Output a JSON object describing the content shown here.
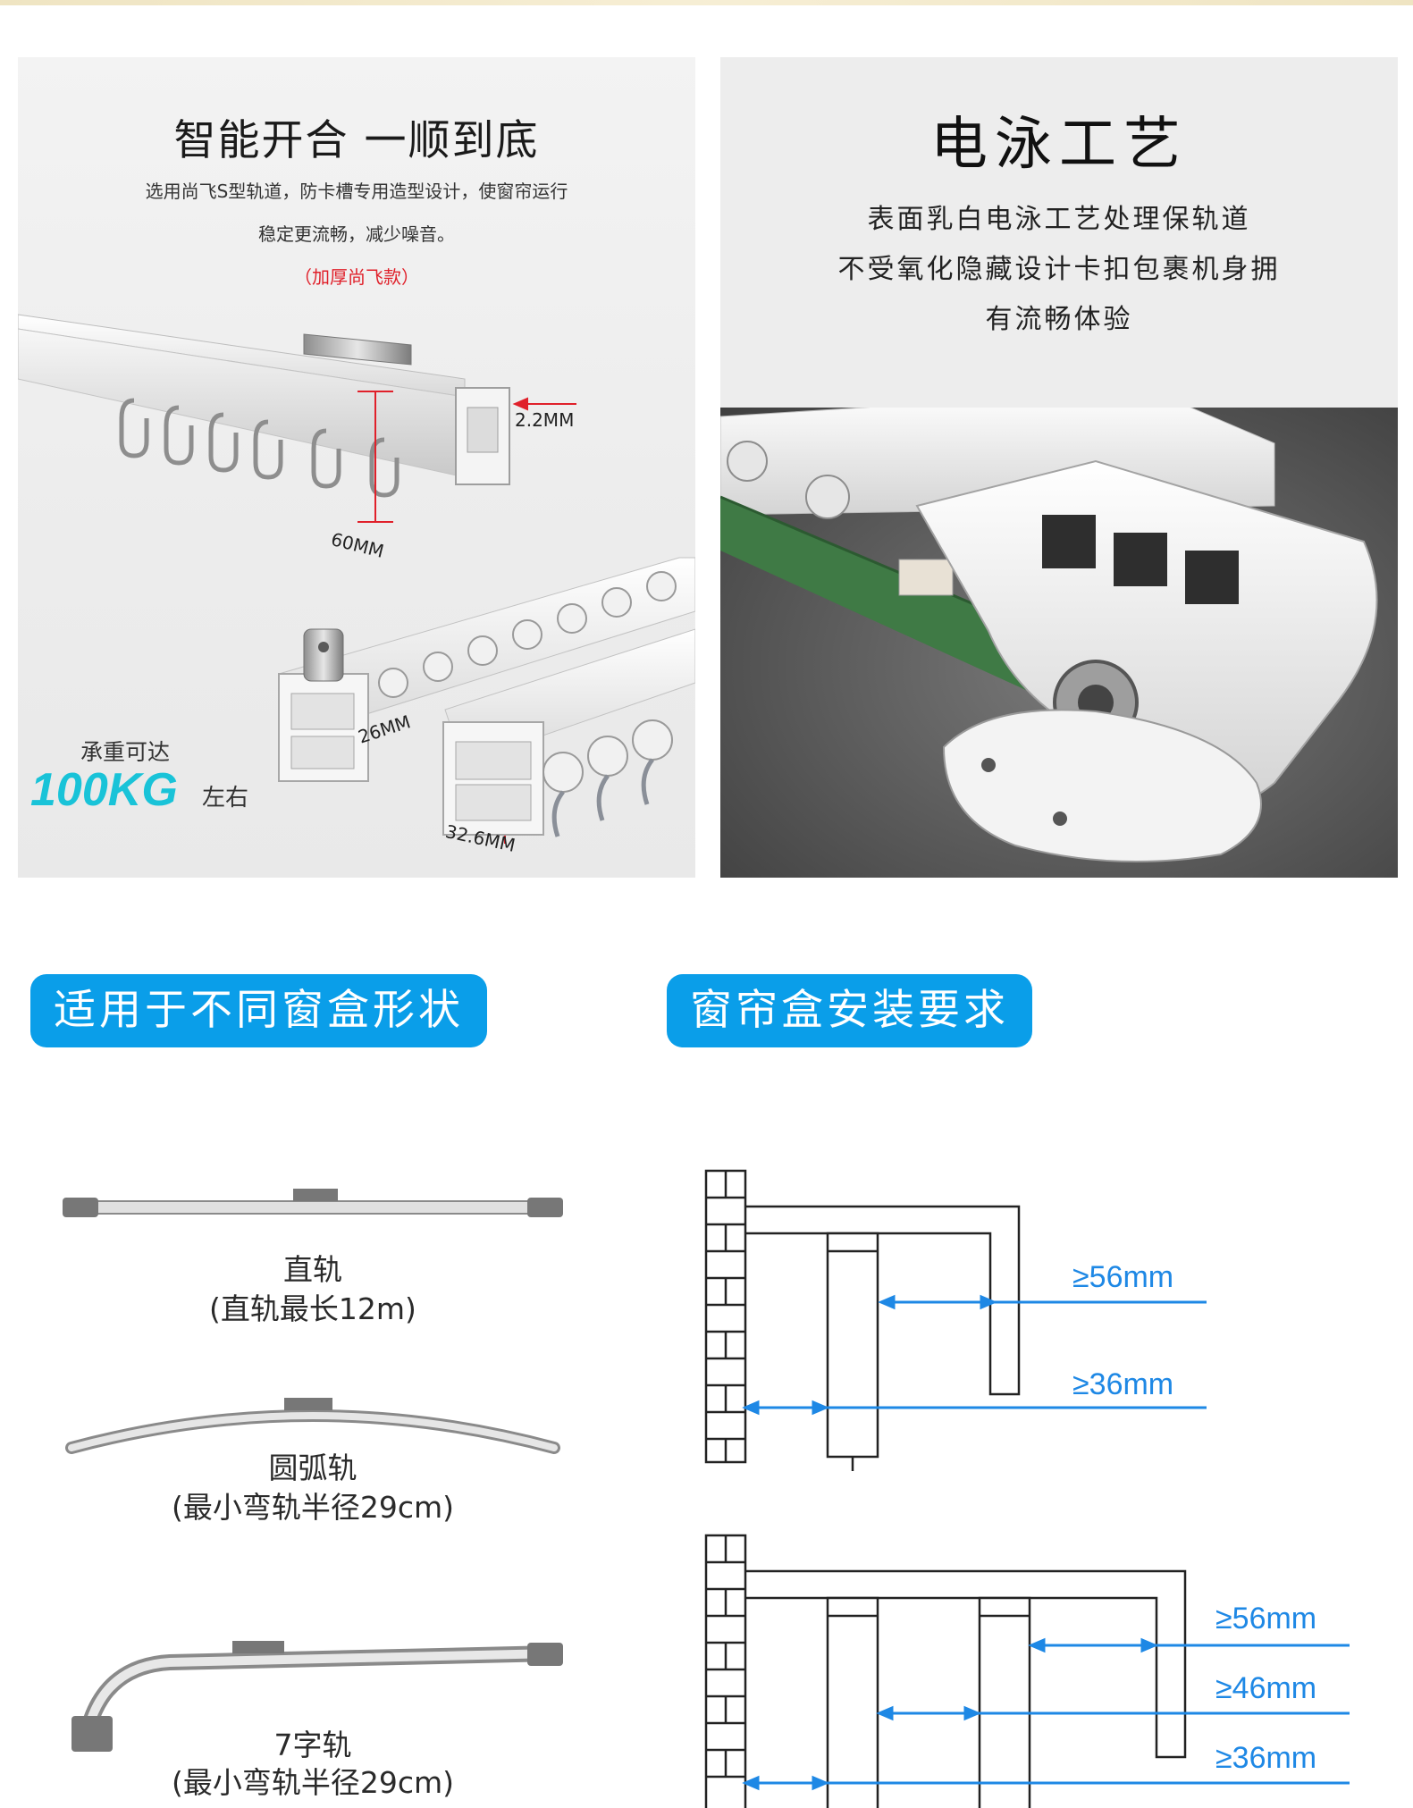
{
  "top_left": {
    "title": "智能开合 一顺到底",
    "desc_line1": "选用尚飞S型轨道，防卡槽专用造型设计，使窗帘运行",
    "desc_line2": "稳定更流畅，减少噪音。",
    "note": "（加厚尚飞款）",
    "dims": {
      "d1": "2.2MM",
      "d2": "60MM",
      "d3": "26MM",
      "d4": "32.6MM"
    },
    "load_label": "承重可达",
    "load_value": "100KG",
    "load_suffix": "左右",
    "accent": "#19c3d8",
    "note_color": "#e0202a"
  },
  "top_right": {
    "title": "电泳工艺",
    "line1": "表面乳白电泳工艺处理保轨道",
    "line2": "不受氧化隐藏设计卡扣包裹机身拥",
    "line3": "有流畅体验"
  },
  "badges": {
    "left": "适用于不同窗盒形状",
    "right": "窗帘盒安装要求",
    "color": "#0a9ee9"
  },
  "tracks": [
    {
      "name": "直轨",
      "spec": "(直轨最长12m)"
    },
    {
      "name": "圆弧轨",
      "spec": "(最小弯轨半径29cm)"
    },
    {
      "name": "7字轨",
      "spec": "(最小弯轨半径29cm)"
    }
  ],
  "install": {
    "single": {
      "m1": "≥56mm",
      "m2": "≥36mm"
    },
    "double": {
      "m1": "≥56mm",
      "m2": "≥46mm",
      "m3": "≥36mm"
    },
    "arrow_color": "#1e88e5"
  }
}
